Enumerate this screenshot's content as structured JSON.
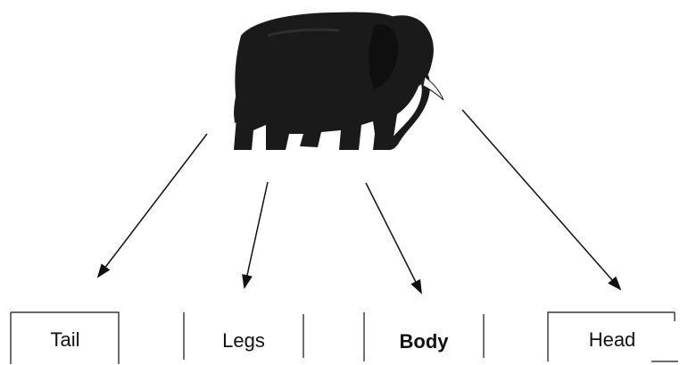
{
  "diagram": {
    "subject_icon": "elephant-icon",
    "parts": [
      {
        "label": "Tail",
        "bold": false
      },
      {
        "label": "Legs",
        "bold": false
      },
      {
        "label": "Body",
        "bold": true
      },
      {
        "label": "Head",
        "bold": false
      }
    ],
    "colors": {
      "ink": "#111111",
      "elephant": "#1a1a1a",
      "tusk": "#f4f4f4",
      "background": "#ffffff"
    }
  }
}
